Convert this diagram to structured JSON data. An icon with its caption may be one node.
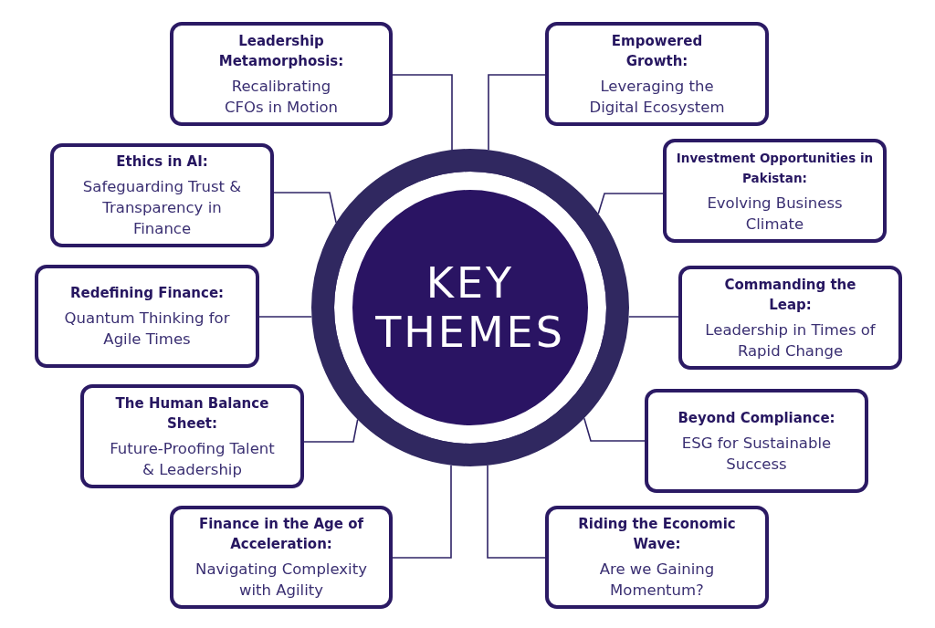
{
  "diagram": {
    "nodes": [
      {
        "text": [
          "KEY THEMES"
        ]
      },
      {
        "text": [
          "Leadership Metamorphosis:",
          "Recalibrating CFOs in Motion"
        ]
      },
      {
        "text": [
          "Ethics in AI:",
          "Safeguarding Trust & Transparency in Finance"
        ]
      },
      {
        "text": [
          "Redefining Finance:",
          "Quantum Thinking for Agile Times"
        ]
      },
      {
        "text": [
          "The Human Balance Sheet:",
          "Future-Proofing Talent & Leadership"
        ]
      },
      {
        "text": [
          "Finance in the Age of Acceleration:",
          "Navigating Complexity with Agility"
        ]
      },
      {
        "text": [
          "Empowered Growth:",
          "Leveraging the Digital Ecosystem"
        ]
      },
      {
        "text": [
          "Investment Opportunities in Pakistan:",
          "Evolving Business Climate"
        ]
      },
      {
        "text": [
          "Commanding the Leap:",
          "Leadership in Times of Rapid Change"
        ]
      },
      {
        "text": [
          "Beyond Compliance:",
          "ESG for Sustainable Success"
        ]
      },
      {
        "text": [
          "Riding the Economic Wave:",
          "Are we Gaining Momentum?"
        ]
      }
    ],
    "edges": [
      {
        "from": 0,
        "to": 1,
        "arrow": "none"
      },
      {
        "from": 0,
        "to": 2,
        "arrow": "none"
      },
      {
        "from": 0,
        "to": 3,
        "arrow": "none"
      },
      {
        "from": 0,
        "to": 4,
        "arrow": "none"
      },
      {
        "from": 0,
        "to": 5,
        "arrow": "none"
      },
      {
        "from": 0,
        "to": 6,
        "arrow": "none"
      },
      {
        "from": 0,
        "to": 7,
        "arrow": "none"
      },
      {
        "from": 0,
        "to": 8,
        "arrow": "none"
      },
      {
        "from": 0,
        "to": 9,
        "arrow": "none"
      },
      {
        "from": 0,
        "to": 10,
        "arrow": "none"
      }
    ]
  }
}
